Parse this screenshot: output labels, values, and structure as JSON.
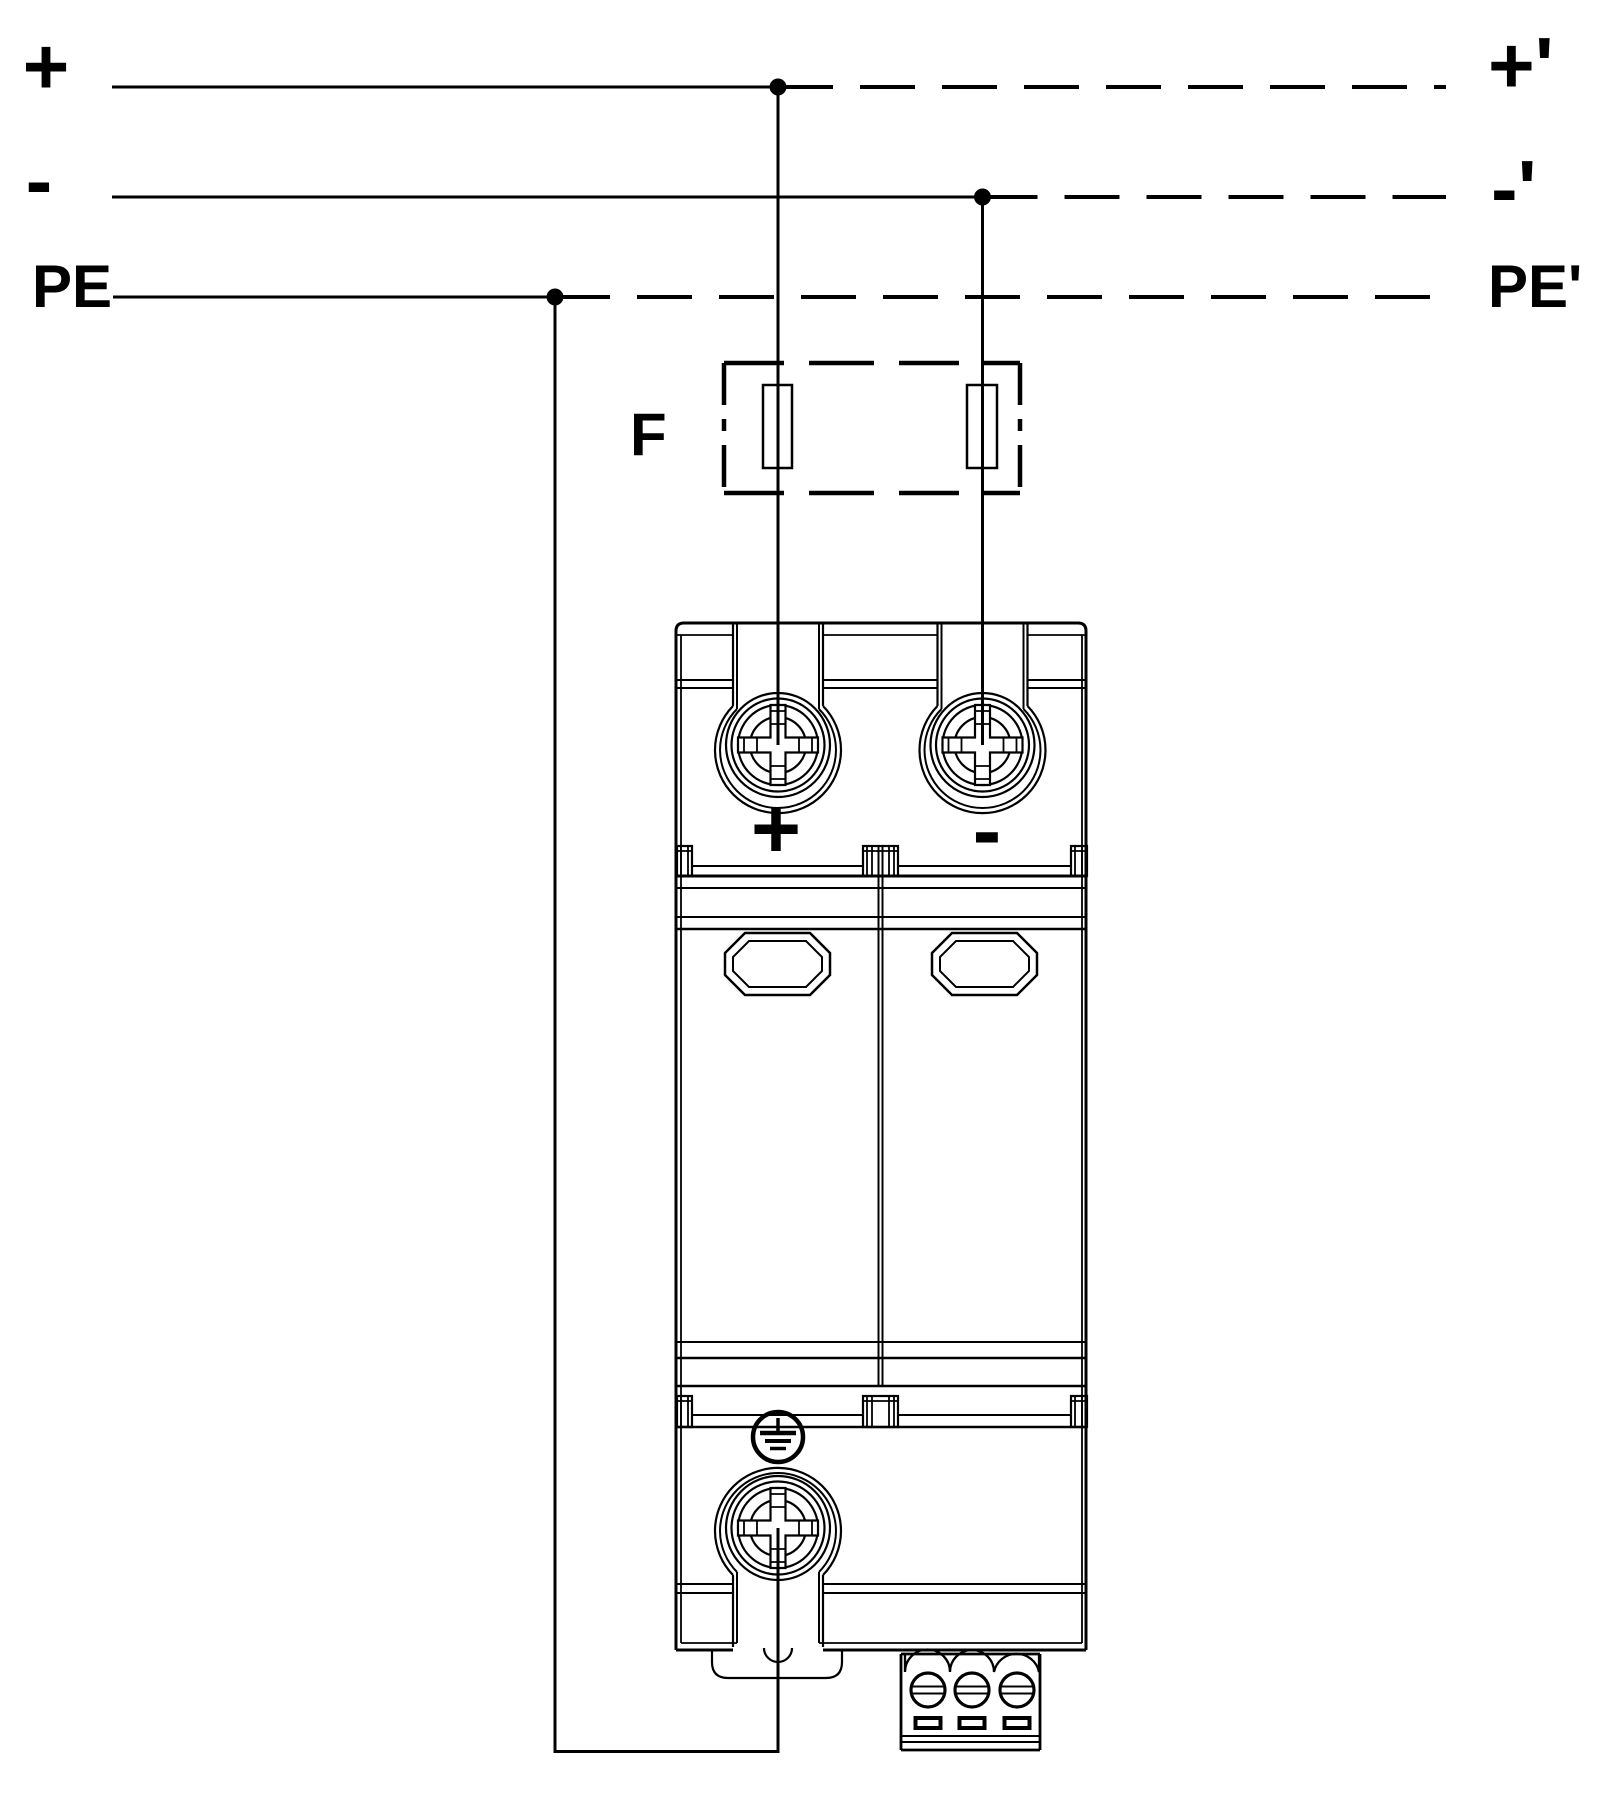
{
  "diagram": {
    "description_type": "surge-protective-device-wiring-diagram",
    "colors": {
      "background": "#ffffff",
      "line": "#000000"
    },
    "input_labels": {
      "plus": "+",
      "minus": "-",
      "pe": "PE"
    },
    "output_labels": {
      "plus": "+'",
      "minus": "-'",
      "pe": "PE'"
    },
    "fuse_label": "F",
    "device_markings": {
      "plus": "+",
      "minus": "-"
    }
  }
}
